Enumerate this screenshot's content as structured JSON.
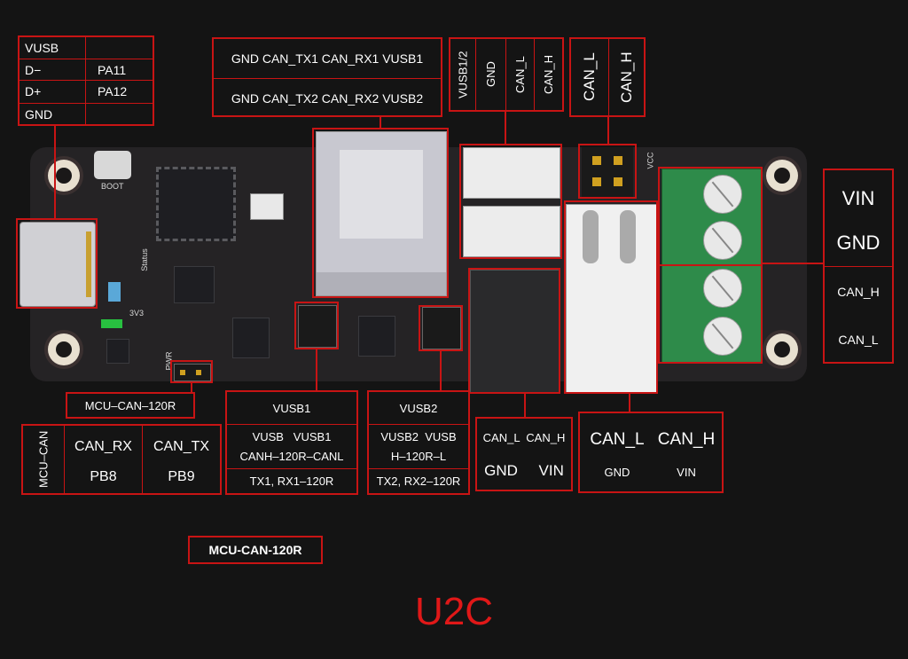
{
  "usb_pin_table": {
    "rows": [
      [
        "VUSB",
        ""
      ],
      [
        "D−",
        "PA11"
      ],
      [
        "D+",
        "PA12"
      ],
      [
        "GND",
        ""
      ]
    ]
  },
  "usb_port_table": {
    "rows": [
      "GND CAN_TX1 CAN_RX1 VUSB1",
      "GND CAN_TX2 CAN_RX2 VUSB2"
    ]
  },
  "jst_table": {
    "cells": [
      "VUSB1/2",
      "GND",
      "CAN_L",
      "CAN_H"
    ]
  },
  "can_header_table": {
    "cells": [
      "CAN_L",
      "CAN_H"
    ]
  },
  "terminal_table": {
    "cells": [
      "VIN",
      "GND",
      "CAN_H",
      "CAN_L"
    ]
  },
  "mcu_can_120r_label": "MCU–CAN–120R",
  "mcu_can_table": {
    "side": "MCU–CAN",
    "rx": "CAN_RX",
    "rx_pin": "PB8",
    "tx": "CAN_TX",
    "tx_pin": "PB9"
  },
  "vusb1_table": {
    "title": "VUSB1",
    "line1": "VUSB   VUSB1",
    "line2": "CANH–120R–CANL",
    "line3": "TX1, RX1–120R"
  },
  "vusb2_table": {
    "title": "VUSB2",
    "line1": "VUSB2  VUSB",
    "line2": "H–120R–L",
    "line3": "TX2, RX2–120R"
  },
  "xt_small_table": {
    "row1": "CAN_L  CAN_H",
    "row2": "GND     VIN"
  },
  "xt_large_table": {
    "row1a": "CAN_L",
    "row1b": "CAN_H",
    "row2a": "GND",
    "row2b": "VIN"
  },
  "bottom_button_label": "MCU-CAN-120R",
  "title": "U2C",
  "silkscreen": {
    "boot": "BOOT",
    "status": "Status",
    "v33": "3V3",
    "pwr": "PWR",
    "vcc": "VCC"
  },
  "colors": {
    "background": "#141414",
    "accent": "#c81414",
    "title": "#e01818",
    "terminal": "#2e8b4a"
  }
}
